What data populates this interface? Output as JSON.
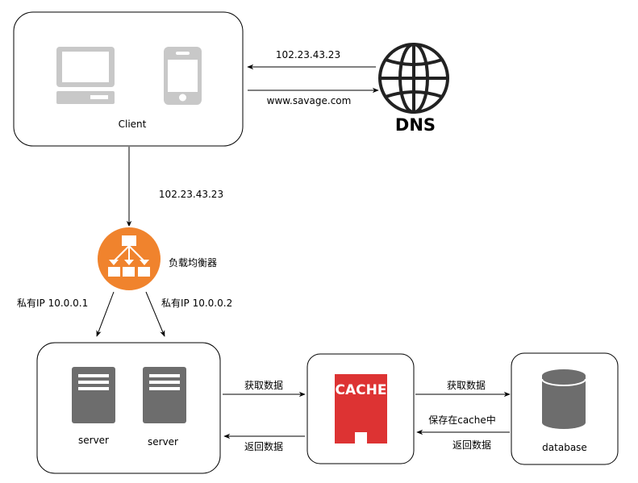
{
  "client": {
    "label": "Client"
  },
  "dns": {
    "label": "DNS"
  },
  "edges": {
    "dns_reply": "102.23.43.23",
    "dns_query": "www.savage.com",
    "client_to_lb": "102.23.43.23",
    "lb_to_server1": "私有IP 10.0.0.1",
    "lb_to_server2": "私有IP 10.0.0.2",
    "servers_to_cache": "获取数据",
    "cache_to_servers": "返回数据",
    "cache_to_db": "获取数据",
    "cache_save": "保存在cache中",
    "db_to_cache": "返回数据"
  },
  "load_balancer": {
    "label": "负载均衡器"
  },
  "servers": [
    {
      "label": "server"
    },
    {
      "label": "server"
    }
  ],
  "cache": {
    "label": "CACHE"
  },
  "database": {
    "label": "database"
  },
  "colors": {
    "device_gray": "#c8c8c8",
    "server_gray": "#6d6d6d",
    "lb_orange": "#f0832d",
    "cache_red": "#dd3333",
    "border": "#000000"
  },
  "icons": {
    "desktop": "desktop-computer-icon",
    "phone": "mobile-phone-icon",
    "dns": "globe-icon",
    "load_balancer": "load-balancer-icon",
    "server": "server-icon",
    "cache": "cache-icon",
    "database": "database-cylinder-icon"
  }
}
